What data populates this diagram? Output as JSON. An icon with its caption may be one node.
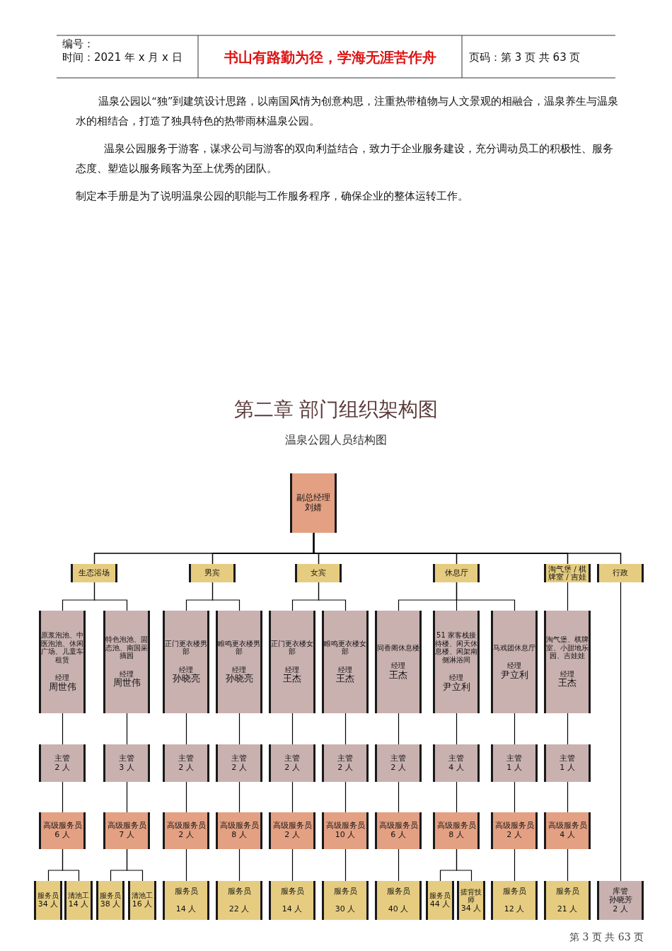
{
  "diagram": {
    "title": "第二章 部门组织架构图",
    "nodes": [
      {
        "text": [
          "副总经理",
          "刘婧"
        ]
      },
      {
        "text": [
          "生态浴场"
        ]
      },
      {
        "text": [
          "男宾"
        ]
      },
      {
        "text": [
          "女宾"
        ]
      },
      {
        "text": [
          "休息厅"
        ]
      },
      {
        "text": [
          "淘气堡 / 棋牌室 / 吉娃"
        ]
      },
      {
        "text": [
          "行政"
        ]
      },
      {
        "text": [
          "原浆泡池、中医泡池、休闲广场、儿童车租赁",
          "经理",
          "周世伟"
        ]
      },
      {
        "text": [
          "特色泡池、固态池、南国采摘园",
          "经理",
          "周世伟"
        ]
      },
      {
        "text": [
          "正门更衣楼男部",
          "经理",
          "孙晓亮"
        ]
      },
      {
        "text": [
          "睢鸣更衣楼男部",
          "经理",
          "孙晓亮"
        ]
      },
      {
        "text": [
          "正门更衣楼女部",
          "经理",
          "王杰"
        ]
      },
      {
        "text": [
          "睢鸣更衣楼女部",
          "经理",
          "王杰"
        ]
      },
      {
        "text": [
          "同香阁休息楼",
          "经理",
          "王杰"
        ]
      },
      {
        "text": [
          "51 家客栈接待楼、闲天休息楼、闲架南侧淋浴间",
          "经理",
          "尹立利"
        ]
      },
      {
        "text": [
          "马戏团休息厅",
          "经理",
          "尹立利"
        ]
      },
      {
        "text": [
          "淘气堡、棋牌室、小甜地乐园、吉娃娃",
          "经理",
          "王杰"
        ]
      },
      {
        "text": [
          "主管",
          "2 人"
        ]
      },
      {
        "text": [
          "主管",
          "3 人"
        ]
      },
      {
        "text": [
          "主管",
          "2 人"
        ]
      },
      {
        "text": [
          "主管",
          "2 人"
        ]
      },
      {
        "text": [
          "主管",
          "2 人"
        ]
      },
      {
        "text": [
          "主管",
          "2 人"
        ]
      },
      {
        "text": [
          "主管",
          "2 人"
        ]
      },
      {
        "text": [
          "主管",
          "4 人"
        ]
      },
      {
        "text": [
          "主管",
          "1 人"
        ]
      },
      {
        "text": [
          "主管",
          "1 人"
        ]
      },
      {
        "text": [
          "高级服务员",
          "6 人"
        ]
      },
      {
        "text": [
          "高级服务员",
          "7 人"
        ]
      },
      {
        "text": [
          "高级服务员",
          "2 人"
        ]
      },
      {
        "text": [
          "高级服务员",
          "8 人"
        ]
      },
      {
        "text": [
          "高级服务员",
          "2 人"
        ]
      },
      {
        "text": [
          "高级服务员",
          "10 人"
        ]
      },
      {
        "text": [
          "高级服务员",
          "6 人"
        ]
      },
      {
        "text": [
          "高级服务员",
          "8 人"
        ]
      },
      {
        "text": [
          "高级服务员",
          "2 人"
        ]
      },
      {
        "text": [
          "高级服务员",
          "4 人"
        ]
      },
      {
        "text": [
          "服务员",
          "34 人"
        ]
      },
      {
        "text": [
          "清池工",
          "14 人"
        ]
      },
      {
        "text": [
          "服务员",
          "38 人"
        ]
      },
      {
        "text": [
          "清池工",
          "16 人"
        ]
      },
      {
        "text": [
          "服务员",
          "14 人"
        ]
      },
      {
        "text": [
          "服务员",
          "22 人"
        ]
      },
      {
        "text": [
          "服务员",
          "14 人"
        ]
      },
      {
        "text": [
          "服务员",
          "30 人"
        ]
      },
      {
        "text": [
          "服务员",
          "40 人"
        ]
      },
      {
        "text": [
          "服务员",
          "44 人"
        ]
      },
      {
        "text": [
          "搓背技师",
          "34 人"
        ]
      },
      {
        "text": [
          "服务员",
          "12 人"
        ]
      },
      {
        "text": [
          "服务员",
          "21 人"
        ]
      },
      {
        "text": [
          "库管",
          "孙晓芳",
          "2 人"
        ]
      }
    ],
    "edges": [
      {
        "from": 0,
        "to": 1,
        "arrow": "none"
      },
      {
        "from": 0,
        "to": 2,
        "arrow": "none"
      },
      {
        "from": 0,
        "to": 3,
        "arrow": "none"
      },
      {
        "from": 0,
        "to": 4,
        "arrow": "none"
      },
      {
        "from": 0,
        "to": 5,
        "arrow": "none"
      },
      {
        "from": 0,
        "to": 6,
        "arrow": "none"
      },
      {
        "from": 1,
        "to": 7,
        "arrow": "none"
      },
      {
        "from": 1,
        "to": 8,
        "arrow": "none"
      },
      {
        "from": 2,
        "to": 9,
        "arrow": "none"
      },
      {
        "from": 2,
        "to": 10,
        "arrow": "none"
      },
      {
        "from": 3,
        "to": 11,
        "arrow": "none"
      },
      {
        "from": 3,
        "to": 12,
        "arrow": "none"
      },
      {
        "from": 4,
        "to": 13,
        "arrow": "none"
      },
      {
        "from": 4,
        "to": 14,
        "arrow": "none"
      },
      {
        "from": 4,
        "to": 15,
        "arrow": "none"
      },
      {
        "from": 5,
        "to": 16,
        "arrow": "none"
      },
      {
        "from": 7,
        "to": 17,
        "arrow": "none"
      },
      {
        "from": 8,
        "to": 18,
        "arrow": "none"
      },
      {
        "from": 9,
        "to": 19,
        "arrow": "none"
      },
      {
        "from": 10,
        "to": 20,
        "arrow": "none"
      },
      {
        "from": 11,
        "to": 21,
        "arrow": "none"
      },
      {
        "from": 12,
        "to": 22,
        "arrow": "none"
      },
      {
        "from": 13,
        "to": 23,
        "arrow": "none"
      },
      {
        "from": 14,
        "to": 24,
        "arrow": "none"
      },
      {
        "from": 15,
        "to": 25,
        "arrow": "none"
      },
      {
        "from": 16,
        "to": 26,
        "arrow": "none"
      },
      {
        "from": 17,
        "to": 27,
        "arrow": "none"
      },
      {
        "from": 18,
        "to": 28,
        "arrow": "none"
      },
      {
        "from": 19,
        "to": 29,
        "arrow": "none"
      },
      {
        "from": 20,
        "to": 30,
        "arrow": "none"
      },
      {
        "from": 21,
        "to": 31,
        "arrow": "none"
      },
      {
        "from": 22,
        "to": 32,
        "arrow": "none"
      },
      {
        "from": 23,
        "to": 33,
        "arrow": "none"
      },
      {
        "from": 24,
        "to": 34,
        "arrow": "none"
      },
      {
        "from": 25,
        "to": 35,
        "arrow": "none"
      },
      {
        "from": 26,
        "to": 36,
        "arrow": "none"
      },
      {
        "from": 27,
        "to": 37,
        "arrow": "none"
      },
      {
        "from": 27,
        "to": 38,
        "arrow": "none"
      },
      {
        "from": 28,
        "to": 39,
        "arrow": "none"
      },
      {
        "from": 28,
        "to": 40,
        "arrow": "none"
      },
      {
        "from": 29,
        "to": 41,
        "arrow": "none"
      },
      {
        "from": 30,
        "to": 42,
        "arrow": "none"
      },
      {
        "from": 31,
        "to": 43,
        "arrow": "none"
      },
      {
        "from": 32,
        "to": 44,
        "arrow": "none"
      },
      {
        "from": 33,
        "to": 45,
        "arrow": "none"
      },
      {
        "from": 34,
        "to": 46,
        "arrow": "none"
      },
      {
        "from": 34,
        "to": 47,
        "arrow": "none"
      },
      {
        "from": 35,
        "to": 48,
        "arrow": "none"
      },
      {
        "from": 36,
        "to": 49,
        "arrow": "none"
      },
      {
        "from": 6,
        "to": 50,
        "arrow": "none"
      }
    ],
    "labels": [
      "编号：",
      "时间：2021 年 x 月 x 日",
      "书山有路勤为径，学海无涯苦作舟",
      "页码：第 3 页 共 63 页",
      "温泉公园以“独”到建筑设计思路，以南国风情为创意构思，注重热带植物与人文景观的相融合，温泉养生与温泉水的相结合，打造了独具特色的热带雨林温泉公园。",
      "温泉公园服务于游客，谋求公司与游客的双向利益结合，致力于企业服务建设，充分调动员工的积极性、服务态度、塑造以服务顾客为至上优秀的团队。",
      "制定本手册是为了说明温泉公园的职能与工作服务程序，确保企业的整体运转工作。",
      "温泉公园人员结构图",
      "第 3 页 共 63 页"
    ]
  }
}
